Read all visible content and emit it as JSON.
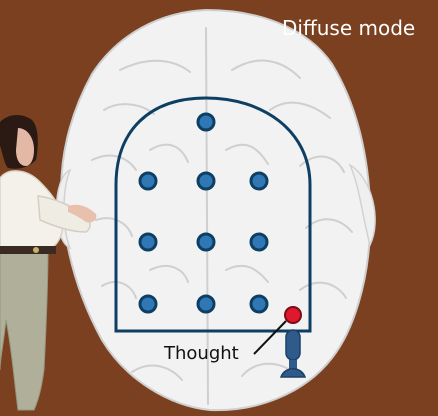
{
  "slide": {
    "title": "Diffuse mode",
    "annotation": "Thought"
  },
  "colors": {
    "background": "#7a4020",
    "brain": "#f2f2f2",
    "outline": "#0d3f63",
    "dot": "#2f78b5",
    "pinball": "#e0182d",
    "plunger": "#2f5a8c"
  },
  "icons": {
    "presenter": "presenter-figure",
    "brain": "brain-illustration",
    "pinball": "red-ball",
    "flipper": "pinball-plunger-icon"
  }
}
